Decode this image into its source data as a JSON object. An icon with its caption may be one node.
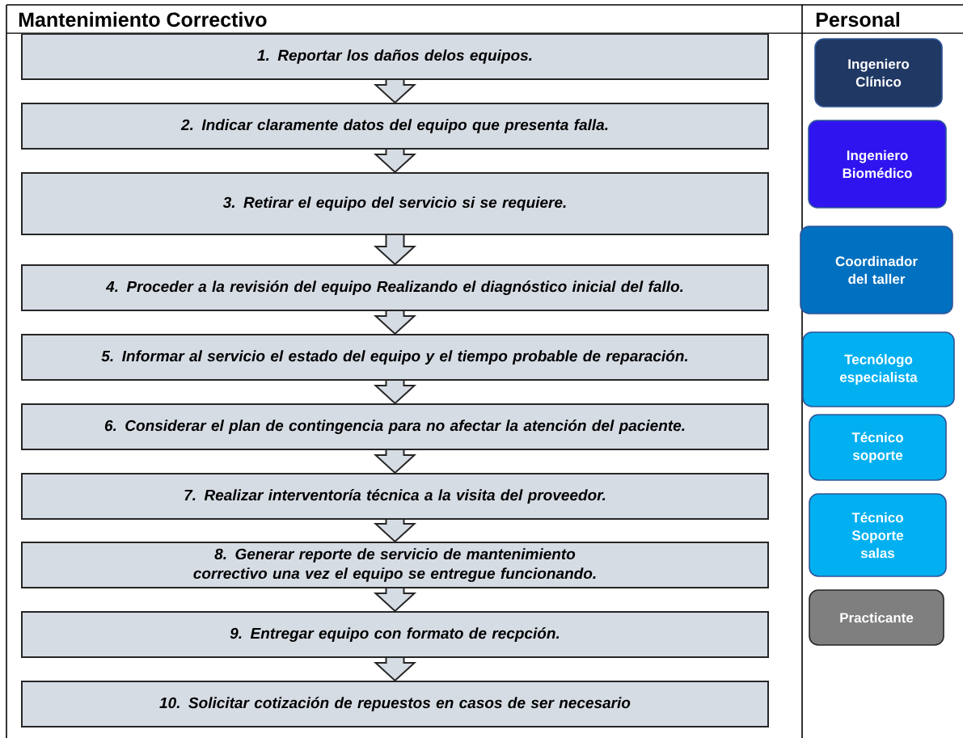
{
  "diagram": {
    "nodes": [
      {
        "text": [
          "1. Reportar los daños delos equipos."
        ]
      },
      {
        "text": [
          "2. Indicar claramente datos del equipo que presenta falla."
        ]
      },
      {
        "text": [
          "3. Retirar el equipo del servicio si se requiere."
        ]
      },
      {
        "text": [
          "4. Proceder a la revisión del equipo Realizando el diagnóstico inicial del fallo."
        ]
      },
      {
        "text": [
          "5. Informar al servicio el estado del equipo y el tiempo probable de reparación."
        ]
      },
      {
        "text": [
          "6. Considerar el plan de contingencia para no afectar la atención del paciente."
        ]
      },
      {
        "text": [
          "7. Realizar interventoría técnica a la visita del proveedor."
        ]
      },
      {
        "text": [
          "8. Generar reporte de servicio de mantenimiento correctivo una vez el equipo se entregue funcionando."
        ]
      },
      {
        "text": [
          "9. Entregar equipo con formato de recpción."
        ]
      },
      {
        "text": [
          "10. Solicitar cotización de repuestos en casos de ser necesario"
        ]
      },
      {
        "text": [
          "Ingeniero Clínico"
        ]
      },
      {
        "text": [
          "Ingeniero Biomédico"
        ]
      },
      {
        "text": [
          "Coordinador del taller"
        ]
      },
      {
        "text": [
          "Tecnólogo especialista"
        ]
      },
      {
        "text": [
          "Técnico soporte"
        ]
      },
      {
        "text": [
          "Técnico Soporte salas"
        ]
      },
      {
        "text": [
          "Practicante"
        ]
      }
    ],
    "edges": [
      {
        "from": 0,
        "to": 1,
        "arrow": "to"
      },
      {
        "from": 1,
        "to": 2,
        "arrow": "to"
      },
      {
        "from": 2,
        "to": 3,
        "arrow": "to"
      },
      {
        "from": 3,
        "to": 4,
        "arrow": "to"
      },
      {
        "from": 4,
        "to": 5,
        "arrow": "to"
      },
      {
        "from": 5,
        "to": 6,
        "arrow": "to"
      },
      {
        "from": 6,
        "to": 7,
        "arrow": "to"
      },
      {
        "from": 7,
        "to": 8,
        "arrow": "to"
      },
      {
        "from": 8,
        "to": 9,
        "arrow": "to"
      }
    ],
    "labels": [
      "Mantenimiento Correctivo",
      "Personal"
    ]
  }
}
